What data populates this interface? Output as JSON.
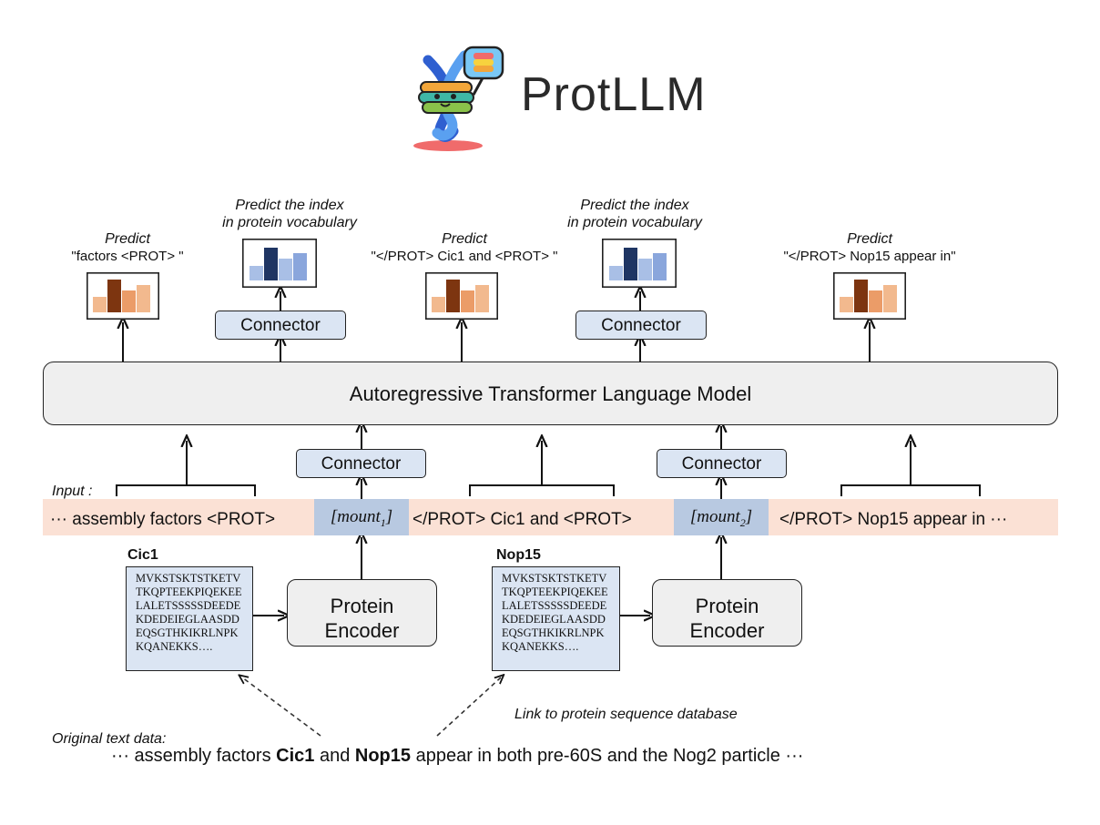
{
  "title": {
    "text": "ProtLLM"
  },
  "predict_labels": [
    {
      "heading": "Predict",
      "quote": "\"factors <PROT> \""
    },
    {
      "heading": "Predict the index",
      "quote": "in protein vocabulary"
    },
    {
      "heading": "Predict",
      "quote": "\"</PROT> Cic1 and <PROT> \""
    },
    {
      "heading": "Predict the index",
      "quote": "in protein vocabulary"
    },
    {
      "heading": "Predict",
      "quote": "\"</PROT> Nop15  appear in\""
    }
  ],
  "connector_label": "Connector",
  "tlm_label": "Autoregressive Transformer Language Model",
  "input_label": "Input :",
  "input_tokens": {
    "seg1": "··· assembly factors <PROT>",
    "mount1": "[mount",
    "mount1_sub": "1",
    "seg2": "</PROT> Cic1 and <PROT>",
    "mount2": "[mount",
    "mount2_sub": "2",
    "seg3": "</PROT> Nop15  appear in ···",
    "mount_close": "]"
  },
  "proteins": [
    {
      "name": "Cic1",
      "sequence": "MVKSTSKTSTKETV\nTKQPTEEKPIQEKEE\nLALETSSSSSDEEDE\nKDEDEIEGLAASDD\nEQSGTHKIKRLNPK\nKQANEKKS…."
    },
    {
      "name": "Nop15",
      "sequence": "MVKSTSKTSTKETV\nTKQPTEEKPIQEKEE\nLALETSSSSSDEEDE\nKDEDEIEGLAASDD\nEQSGTHKIKRLNPK\nKQANEKKS…."
    }
  ],
  "encoder_label_line1": "Protein",
  "encoder_label_line2": "Encoder",
  "link_label": "Link to protein sequence database",
  "original_label": "Original text data:",
  "original_text": {
    "pre": "··· assembly factors ",
    "bold1": "Cic1",
    "mid": " and ",
    "bold2": "Nop15",
    "post": " appear in both pre-60S and the Nog2 particle ···"
  },
  "colors": {
    "orange_light": "#f2b98e",
    "orange_mid": "#eb9c68",
    "orange_dark": "#7d3510",
    "blue_light": "#a9bfe6",
    "blue_mid": "#8aa6dc",
    "blue_dark": "#1f3563",
    "connector_fill": "#dbe5f3",
    "input_fill": "#fbe1d5",
    "mount_fill": "#b8c9e1"
  }
}
